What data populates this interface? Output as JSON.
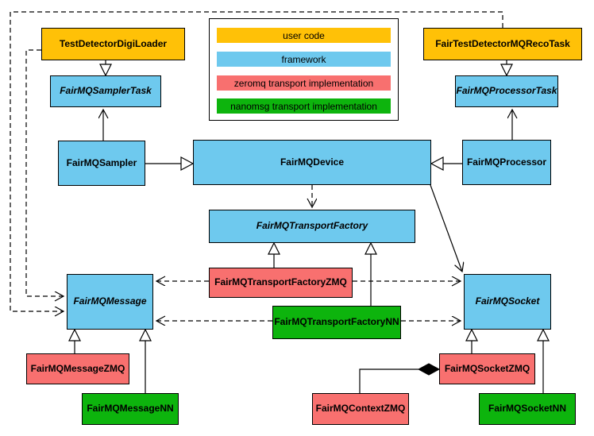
{
  "diagram_type": "uml-class-diagram",
  "colors": {
    "user_code": "#ffc107",
    "framework": "#6ec9ee",
    "zeromq": "#f8706f",
    "nanomsg": "#0db40d",
    "line": "#000000",
    "background": "#ffffff"
  },
  "legend": {
    "items": [
      {
        "label": "user code",
        "color": "#ffc107"
      },
      {
        "label": "framework",
        "color": "#6ec9ee"
      },
      {
        "label": "zeromq transport implementation",
        "color": "#f8706f"
      },
      {
        "label": "nanomsg transport implementation",
        "color": "#0db40d"
      }
    ]
  },
  "nodes": {
    "test_detector_digi_loader": {
      "label": "TestDetectorDigiLoader",
      "category": "user code",
      "abstract": false
    },
    "fair_test_detector_mq_reco_task": {
      "label": "FairTestDetectorMQRecoTask",
      "category": "user code",
      "abstract": false
    },
    "fairmq_sampler_task": {
      "label": "FairMQSamplerTask",
      "category": "framework",
      "abstract": true
    },
    "fairmq_processor_task": {
      "label": "FairMQProcessorTask",
      "category": "framework",
      "abstract": true
    },
    "fairmq_sampler": {
      "label": "FairMQSampler",
      "category": "framework",
      "abstract": false
    },
    "fairmq_device": {
      "label": "FairMQDevice",
      "category": "framework",
      "abstract": false
    },
    "fairmq_processor": {
      "label": "FairMQProcessor",
      "category": "framework",
      "abstract": false
    },
    "fairmq_transport_factory": {
      "label": "FairMQTransportFactory",
      "category": "framework",
      "abstract": true
    },
    "fairmq_transport_factory_zmq": {
      "label": "FairMQTransportFactoryZMQ",
      "category": "zeromq",
      "abstract": false
    },
    "fairmq_transport_factory_nn": {
      "label": "FairMQTransportFactoryNN",
      "category": "nanomsg",
      "abstract": false
    },
    "fairmq_message": {
      "label": "FairMQMessage",
      "category": "framework",
      "abstract": true
    },
    "fairmq_socket": {
      "label": "FairMQSocket",
      "category": "framework",
      "abstract": true
    },
    "fairmq_message_zmq": {
      "label": "FairMQMessageZMQ",
      "category": "zeromq",
      "abstract": false
    },
    "fairmq_message_nn": {
      "label": "FairMQMessageNN",
      "category": "nanomsg",
      "abstract": false
    },
    "fairmq_socket_zmq": {
      "label": "FairMQSocketZMQ",
      "category": "zeromq",
      "abstract": false
    },
    "fairmq_context_zmq": {
      "label": "FairMQContextZMQ",
      "category": "zeromq",
      "abstract": false
    },
    "fairmq_socket_nn": {
      "label": "FairMQSocketNN",
      "category": "nanomsg",
      "abstract": false
    }
  },
  "relationships": [
    {
      "from": "TestDetectorDigiLoader",
      "to": "FairMQSamplerTask",
      "type": "inheritance"
    },
    {
      "from": "FairTestDetectorMQRecoTask",
      "to": "FairMQProcessorTask",
      "type": "inheritance"
    },
    {
      "from": "FairMQSampler",
      "to": "FairMQDevice",
      "type": "inheritance"
    },
    {
      "from": "FairMQProcessor",
      "to": "FairMQDevice",
      "type": "inheritance"
    },
    {
      "from": "FairMQSampler",
      "to": "FairMQSamplerTask",
      "type": "association"
    },
    {
      "from": "FairMQProcessor",
      "to": "FairMQProcessorTask",
      "type": "association"
    },
    {
      "from": "FairMQDevice",
      "to": "FairMQTransportFactory",
      "type": "dependency-dashed"
    },
    {
      "from": "FairMQDevice",
      "to": "FairMQSocket",
      "type": "association"
    },
    {
      "from": "TestDetectorDigiLoader",
      "to": "FairMQMessage",
      "type": "dependency-dashed"
    },
    {
      "from": "FairTestDetectorMQRecoTask",
      "to": "FairMQMessage",
      "type": "dependency-dashed"
    },
    {
      "from": "FairMQTransportFactoryZMQ",
      "to": "FairMQTransportFactory",
      "type": "inheritance"
    },
    {
      "from": "FairMQTransportFactoryNN",
      "to": "FairMQTransportFactory",
      "type": "inheritance"
    },
    {
      "from": "FairMQTransportFactoryZMQ",
      "to": "FairMQMessage",
      "type": "dependency-dashed"
    },
    {
      "from": "FairMQTransportFactoryZMQ",
      "to": "FairMQSocket",
      "type": "dependency-dashed"
    },
    {
      "from": "FairMQTransportFactoryNN",
      "to": "FairMQMessage",
      "type": "dependency-dashed"
    },
    {
      "from": "FairMQTransportFactoryNN",
      "to": "FairMQSocket",
      "type": "dependency-dashed"
    },
    {
      "from": "FairMQMessageZMQ",
      "to": "FairMQMessage",
      "type": "inheritance"
    },
    {
      "from": "FairMQMessageNN",
      "to": "FairMQMessage",
      "type": "inheritance"
    },
    {
      "from": "FairMQSocketZMQ",
      "to": "FairMQSocket",
      "type": "inheritance"
    },
    {
      "from": "FairMQSocketNN",
      "to": "FairMQSocket",
      "type": "inheritance"
    },
    {
      "from": "FairMQSocketZMQ",
      "to": "FairMQContextZMQ",
      "type": "composition"
    }
  ]
}
